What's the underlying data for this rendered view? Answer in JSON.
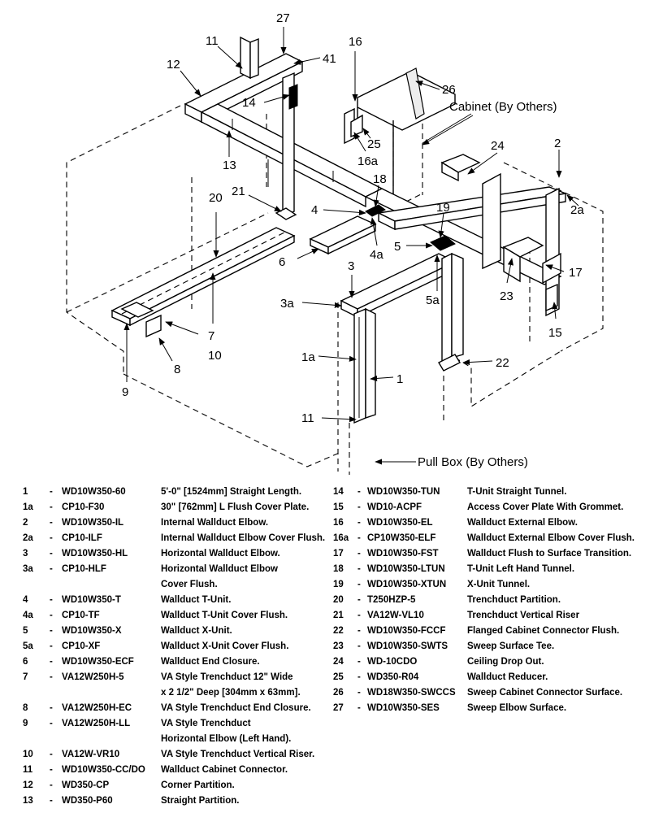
{
  "diagram": {
    "cabinet_label": "Cabinet (By Others)",
    "pullbox_label": "Pull Box (By Others)",
    "callouts": {
      "c27": "27",
      "c11top": "11",
      "c12": "12",
      "c41": "41",
      "c16": "16",
      "c26": "26",
      "c14": "14",
      "c25": "25",
      "c16a": "16a",
      "c13": "13",
      "c24": "24",
      "c2": "2",
      "c2a": "2a",
      "c18": "18",
      "c20": "20",
      "c21": "21",
      "c4": "4",
      "c19": "19",
      "c6": "6",
      "c4a": "4a",
      "c5": "5",
      "c17": "17",
      "c3": "3",
      "c3a": "3a",
      "c5a": "5a",
      "c23": "23",
      "c15": "15",
      "c1a": "1a",
      "c10": "10",
      "c7": "7",
      "c22": "22",
      "c8": "8",
      "c1": "1",
      "c9": "9",
      "c11bot": "11"
    }
  },
  "legend": {
    "left": [
      {
        "num": "1",
        "dash": "-",
        "code": "WD10W350-60",
        "desc": "5'-0\" [1524mm] Straight Length."
      },
      {
        "num": "1a",
        "dash": "-",
        "code": "CP10-F30",
        "desc": "30\" [762mm] L Flush Cover Plate."
      },
      {
        "num": "2",
        "dash": "-",
        "code": "WD10W350-IL",
        "desc": "Internal Wallduct Elbow."
      },
      {
        "num": "2a",
        "dash": "-",
        "code": "CP10-ILF",
        "desc": "Internal Wallduct Elbow Cover Flush."
      },
      {
        "num": "3",
        "dash": "-",
        "code": "WD10W350-HL",
        "desc": "Horizontal Wallduct Elbow."
      },
      {
        "num": "3a",
        "dash": "-",
        "code": "CP10-HLF",
        "desc": "Horizontal Wallduct Elbow"
      },
      {
        "num": "",
        "dash": "",
        "code": "",
        "desc": "Cover Flush."
      },
      {
        "num": "4",
        "dash": "-",
        "code": "WD10W350-T",
        "desc": "Wallduct T-Unit."
      },
      {
        "num": "4a",
        "dash": "-",
        "code": "CP10-TF",
        "desc": "Wallduct T-Unit Cover Flush."
      },
      {
        "num": "5",
        "dash": "-",
        "code": "WD10W350-X",
        "desc": "Wallduct X-Unit."
      },
      {
        "num": "5a",
        "dash": "-",
        "code": "CP10-XF",
        "desc": "Wallduct X-Unit Cover Flush."
      },
      {
        "num": "6",
        "dash": "-",
        "code": "WD10W350-ECF",
        "desc": "Wallduct End Closure."
      },
      {
        "num": "7",
        "dash": "-",
        "code": "VA12W250H-5",
        "desc": "VA Style Trenchduct 12\" Wide"
      },
      {
        "num": "",
        "dash": "",
        "code": "",
        "desc": "x 2 1/2\" Deep [304mm x 63mm]."
      },
      {
        "num": "8",
        "dash": "-",
        "code": "VA12W250H-EC",
        "desc": "VA Style Trenchduct End Closure."
      },
      {
        "num": "9",
        "dash": "-",
        "code": "VA12W250H-LL",
        "desc": "VA Style Trenchduct"
      },
      {
        "num": "",
        "dash": "",
        "code": "",
        "desc": "Horizontal Elbow (Left Hand)."
      },
      {
        "num": "10",
        "dash": "-",
        "code": "VA12W-VR10",
        "desc": "VA Style Trenchduct Vertical Riser."
      },
      {
        "num": "11",
        "dash": "-",
        "code": "WD10W350-CC/DO",
        "desc": "Wallduct Cabinet Connector."
      },
      {
        "num": "12",
        "dash": "-",
        "code": "WD350-CP",
        "desc": "Corner Partition."
      },
      {
        "num": "13",
        "dash": "-",
        "code": "WD350-P60",
        "desc": "Straight Partition."
      }
    ],
    "right": [
      {
        "num": "14",
        "dash": "-",
        "code": "WD10W350-TUN",
        "desc": "T-Unit Straight Tunnel."
      },
      {
        "num": "15",
        "dash": "-",
        "code": "WD10-ACPF",
        "desc": "Access Cover Plate With Grommet."
      },
      {
        "num": "16",
        "dash": "-",
        "code": "WD10W350-EL",
        "desc": "Wallduct External Elbow."
      },
      {
        "num": "16a",
        "dash": "-",
        "code": "CP10W350-ELF",
        "desc": "Wallduct External Elbow Cover Flush."
      },
      {
        "num": "17",
        "dash": "-",
        "code": "WD10W350-FST",
        "desc": "Wallduct Flush to Surface Transition."
      },
      {
        "num": "18",
        "dash": "-",
        "code": "WD10W350-LTUN",
        "desc": "T-Unit Left Hand Tunnel."
      },
      {
        "num": "19",
        "dash": "-",
        "code": "WD10W350-XTUN",
        "desc": "X-Unit Tunnel."
      },
      {
        "num": "20",
        "dash": "-",
        "code": "T250HZP-5",
        "desc": "Trenchduct Partition."
      },
      {
        "num": "21",
        "dash": "-",
        "code": "VA12W-VL10",
        "desc": "Trenchduct Vertical Riser"
      },
      {
        "num": "22",
        "dash": "-",
        "code": "WD10W350-FCCF",
        "desc": "Flanged Cabinet Connector Flush."
      },
      {
        "num": "23",
        "dash": "-",
        "code": "WD10W350-SWTS",
        "desc": "Sweep Surface Tee."
      },
      {
        "num": "24",
        "dash": "-",
        "code": "WD-10CDO",
        "desc": "Ceiling Drop Out."
      },
      {
        "num": "25",
        "dash": "-",
        "code": "WD350-R04",
        "desc": "Wallduct Reducer."
      },
      {
        "num": "26",
        "dash": "-",
        "code": "WD18W350-SWCCS",
        "desc": "Sweep Cabinet Connector Surface."
      },
      {
        "num": "27",
        "dash": "-",
        "code": "WD10W350-SES",
        "desc": "Sweep Elbow Surface."
      }
    ]
  }
}
